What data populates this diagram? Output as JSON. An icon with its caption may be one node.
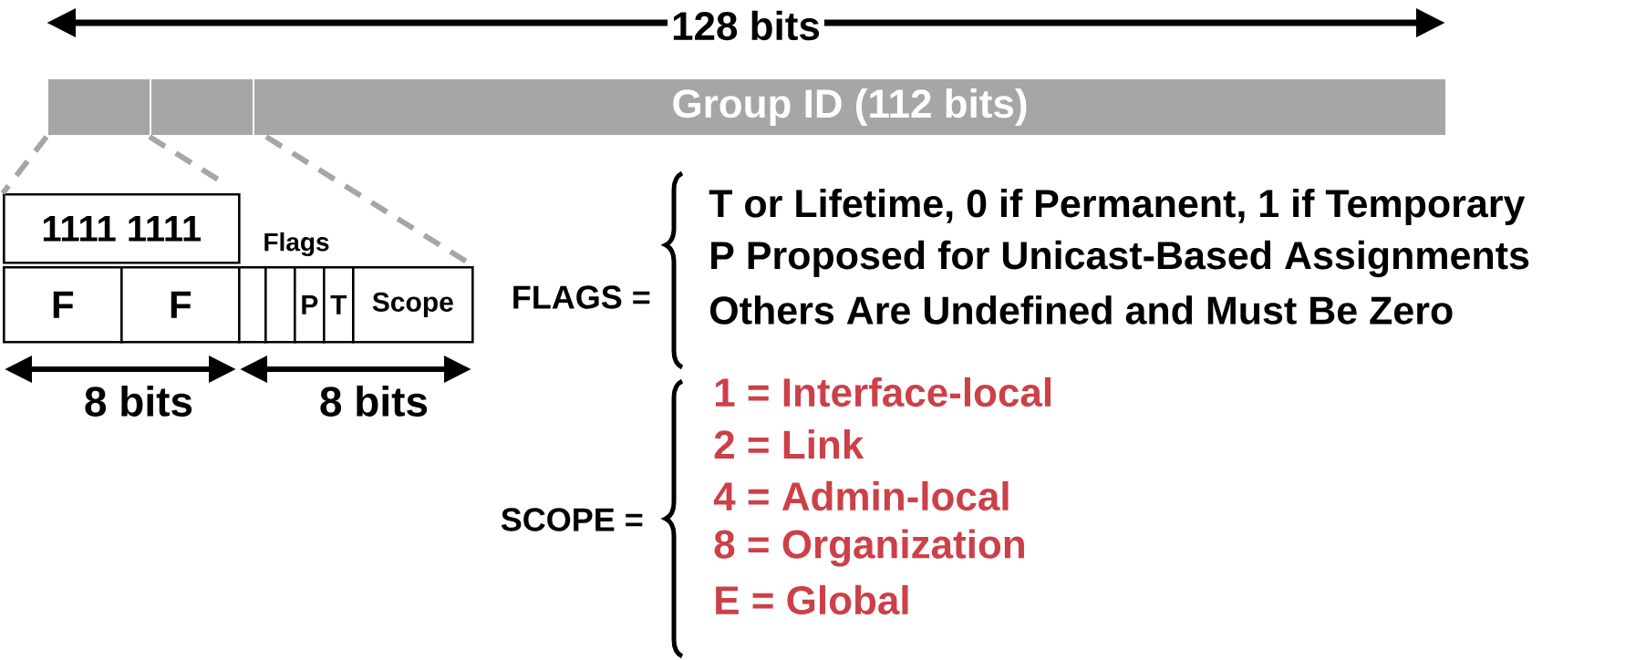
{
  "diagram": {
    "nodes": [
      {
        "text": [],
        "shape": "bar"
      },
      {
        "text": [],
        "shape": "bar"
      },
      {
        "text": [
          "Group ID (112 bits)"
        ]
      },
      {
        "text": [
          "1111 1111"
        ]
      },
      {
        "text": [
          "F"
        ]
      },
      {
        "text": [
          "F"
        ]
      },
      {
        "text": [],
        "shape": "box"
      },
      {
        "text": [],
        "shape": "box"
      },
      {
        "text": [
          "P"
        ]
      },
      {
        "text": [
          "T"
        ]
      },
      {
        "text": [
          "Scope"
        ]
      }
    ],
    "edges": [
      {
        "from": 0,
        "to": 3,
        "arrow": "none",
        "style": "dashed"
      },
      {
        "from": 1,
        "to": 3,
        "arrow": "none",
        "style": "dashed"
      },
      {
        "from": 2,
        "to": 10,
        "arrow": "none",
        "style": "dashed"
      }
    ],
    "labels": [
      "128 bits",
      "Flags",
      "8 bits",
      "8 bits",
      "FLAGS =",
      "T or Lifetime, 0 if Permanent, 1 if Temporary",
      "P Proposed for Unicast-Based Assignments",
      "Others Are Undefined and Must Be Zero",
      "SCOPE =",
      "1 = Interface-local",
      "2 = Link",
      "4 = Admin-local",
      "8 = Organization",
      "E = Global"
    ]
  }
}
